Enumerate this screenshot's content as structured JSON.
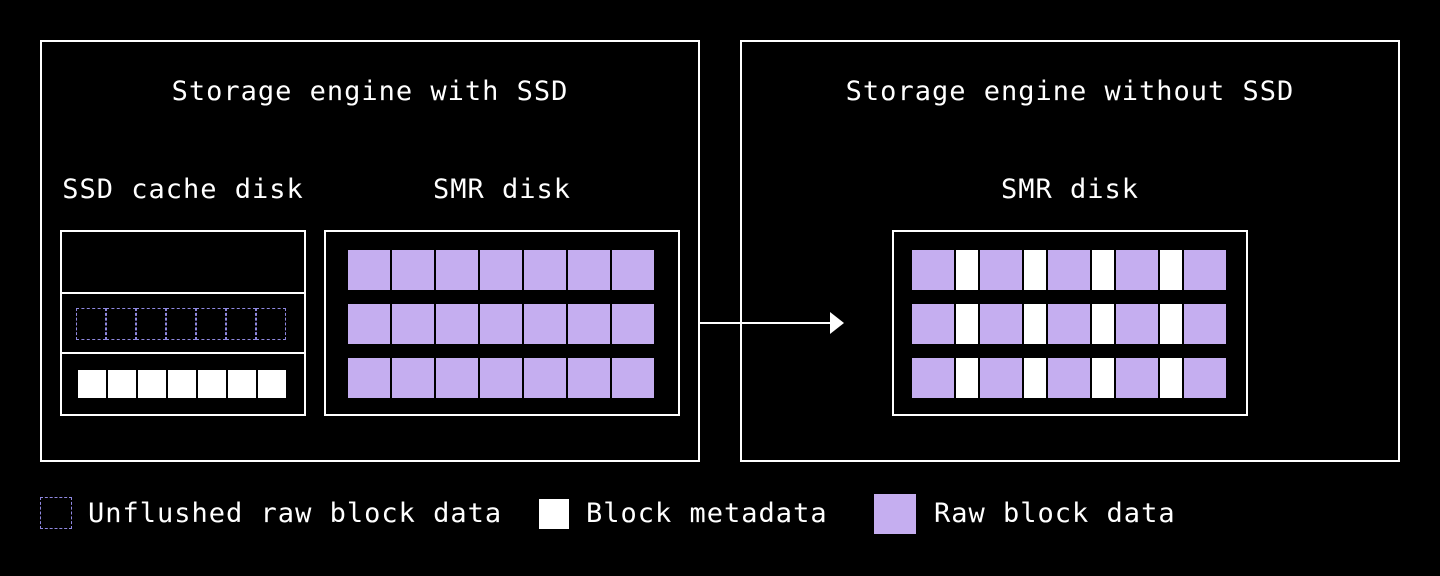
{
  "left_panel": {
    "title": "Storage engine with SSD",
    "ssd": {
      "label": "SSD cache disk",
      "unflushed_row": [
        "unflushed",
        "unflushed",
        "unflushed",
        "unflushed",
        "unflushed",
        "unflushed",
        "unflushed"
      ],
      "metadata_row": [
        "metadata",
        "metadata",
        "metadata",
        "metadata",
        "metadata",
        "metadata",
        "metadata"
      ]
    },
    "smr": {
      "label": "SMR disk",
      "rows": [
        [
          "raw",
          "raw",
          "raw",
          "raw",
          "raw",
          "raw",
          "raw"
        ],
        [
          "raw",
          "raw",
          "raw",
          "raw",
          "raw",
          "raw",
          "raw"
        ],
        [
          "raw",
          "raw",
          "raw",
          "raw",
          "raw",
          "raw",
          "raw"
        ]
      ]
    }
  },
  "right_panel": {
    "title": "Storage engine without SSD",
    "smr": {
      "label": "SMR disk",
      "rows": [
        [
          "raw",
          "meta",
          "raw",
          "meta",
          "raw",
          "meta",
          "raw",
          "meta",
          "raw"
        ],
        [
          "raw",
          "meta",
          "raw",
          "meta",
          "raw",
          "meta",
          "raw",
          "meta",
          "raw"
        ],
        [
          "raw",
          "meta",
          "raw",
          "meta",
          "raw",
          "meta",
          "raw",
          "meta",
          "raw"
        ]
      ]
    }
  },
  "arrow": {
    "direction": "right"
  },
  "legend": [
    {
      "kind": "unflushed",
      "label": "Unflushed raw block data"
    },
    {
      "kind": "metadata",
      "label": "Block metadata"
    },
    {
      "kind": "raw",
      "label": "Raw block data"
    }
  ],
  "colors": {
    "background": "#000000",
    "outline": "#ffffff",
    "raw_block": "#c5aef0",
    "metadata_block": "#ffffff",
    "unflushed_dash": "#8f88e0"
  }
}
